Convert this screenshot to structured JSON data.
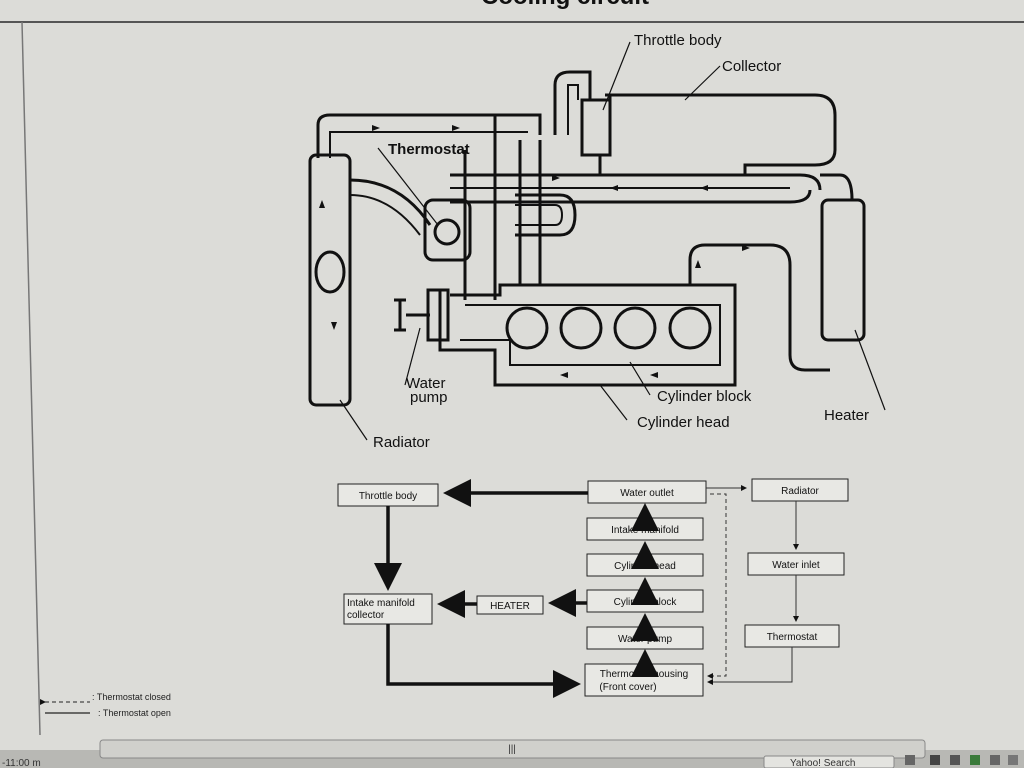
{
  "title": "Cooling circuit",
  "engine_labels": {
    "throttle_body": "Throttle body",
    "collector": "Collector",
    "thermostat": "Thermostat",
    "water_pump_1": "Water",
    "water_pump_2": "pump",
    "cylinder_block": "Cylinder block",
    "cylinder_head": "Cylinder head",
    "heater": "Heater",
    "radiator": "Radiator"
  },
  "flow_boxes": {
    "throttle_body": "Throttle body",
    "water_outlet": "Water outlet",
    "radiator": "Radiator",
    "intake_manifold": "Intake manifold",
    "cylinder_head": "Cylinder head",
    "water_inlet": "Water inlet",
    "collector_1": "Intake manifold",
    "collector_2": "collector",
    "heater": "HEATER",
    "cylinder_block": "Cylinder block",
    "thermostat": "Thermostat",
    "water_pump": "Water pump",
    "housing_1": "Thermostat housing",
    "housing_2": "(Front cover)"
  },
  "legend": {
    "closed": ": Thermostat closed",
    "open": ": Thermostat open"
  },
  "taskbar": {
    "left": "-11:00 m",
    "search": "Yahoo! Search"
  }
}
